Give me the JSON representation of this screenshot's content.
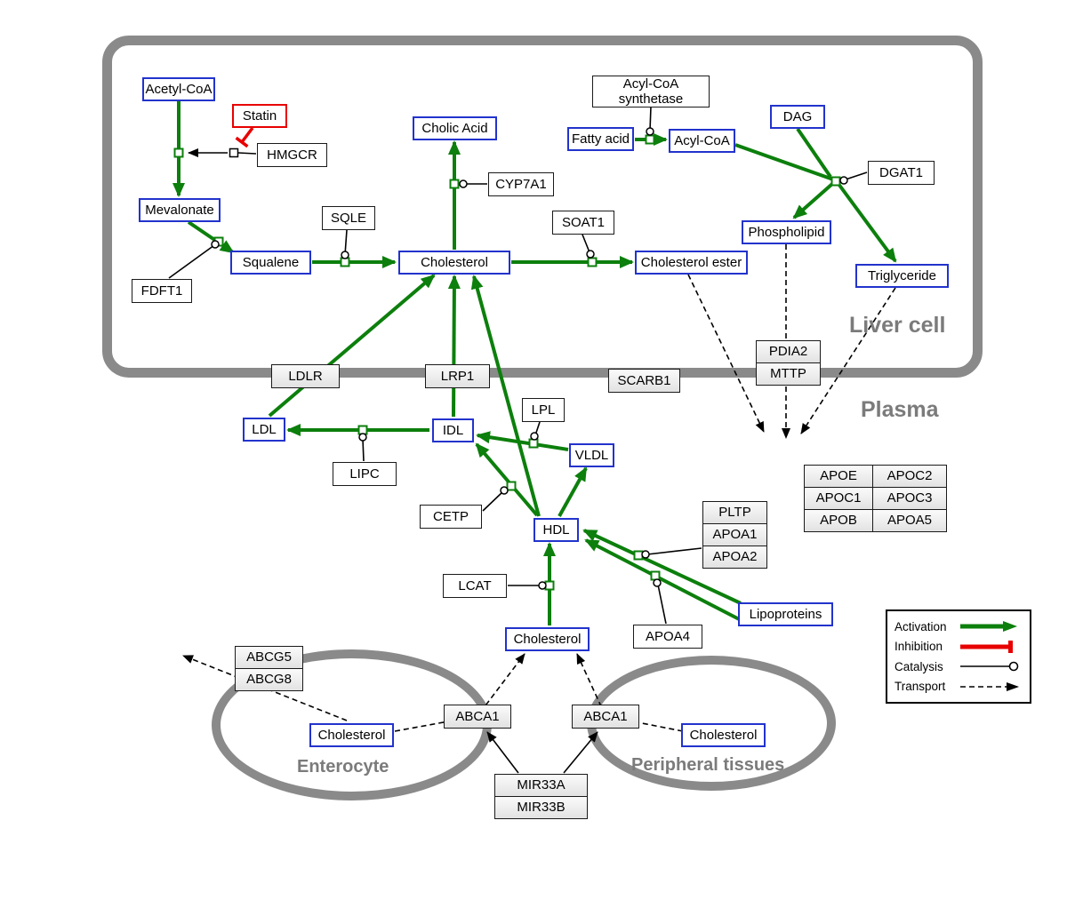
{
  "regions": {
    "liver": "Liver cell",
    "plasma": "Plasma",
    "enterocyte": "Enterocyte",
    "peripheral": "Peripheral tissues"
  },
  "nodes": {
    "acetyl_coa": "Acetyl-CoA",
    "statin": "Statin",
    "hmgcr": "HMGCR",
    "mevalonate": "Mevalonate",
    "fdft1": "FDFT1",
    "squalene": "Squalene",
    "sqle": "SQLE",
    "cholic_acid": "Cholic Acid",
    "cyp7a1": "CYP7A1",
    "cholesterol_liver": "Cholesterol",
    "soat1": "SOAT1",
    "cholesterol_ester": "Cholesterol ester",
    "acyl_coa_synthetase_1": "Acyl-CoA",
    "acyl_coa_synthetase_2": "synthetase",
    "fatty_acid": "Fatty acid",
    "acyl_coa": "Acyl-CoA",
    "dag": "DAG",
    "dgat1": "DGAT1",
    "phospholipid": "Phospholipid",
    "triglyceride": "Triglyceride",
    "pdia2": "PDIA2",
    "mttp": "MTTP",
    "ldlr": "LDLR",
    "lrp1": "LRP1",
    "scarb1": "SCARB1",
    "ldl": "LDL",
    "idl": "IDL",
    "lpl": "LPL",
    "vldl": "VLDL",
    "lipc": "LIPC",
    "cetp": "CETP",
    "hdl": "HDL",
    "lcat": "LCAT",
    "pltp": "PLTP",
    "apoa1": "APOA1",
    "apoa2": "APOA2",
    "apoa4": "APOA4",
    "lipoproteins": "Lipoproteins",
    "apoe": "APOE",
    "apoc2": "APOC2",
    "apoc1": "APOC1",
    "apoc3": "APOC3",
    "apob": "APOB",
    "apoa5": "APOA5",
    "cholesterol_plasma": "Cholesterol",
    "abcg5": "ABCG5",
    "abcg8": "ABCG8",
    "cholesterol_enterocyte": "Cholesterol",
    "abca1_enterocyte": "ABCA1",
    "abca1_peripheral": "ABCA1",
    "cholesterol_peripheral": "Cholesterol",
    "mir33a": "MIR33A",
    "mir33b": "MIR33B"
  },
  "legend": {
    "activation": "Activation",
    "inhibition": "Inhibition",
    "catalysis": "Catalysis",
    "transport": "Transport"
  },
  "colors": {
    "activation_green": "#0c7f0c",
    "inhibition_red": "#e80000",
    "metabolite_border_blue": "#2233cc",
    "membrane_gray": "#8a8a8a"
  }
}
